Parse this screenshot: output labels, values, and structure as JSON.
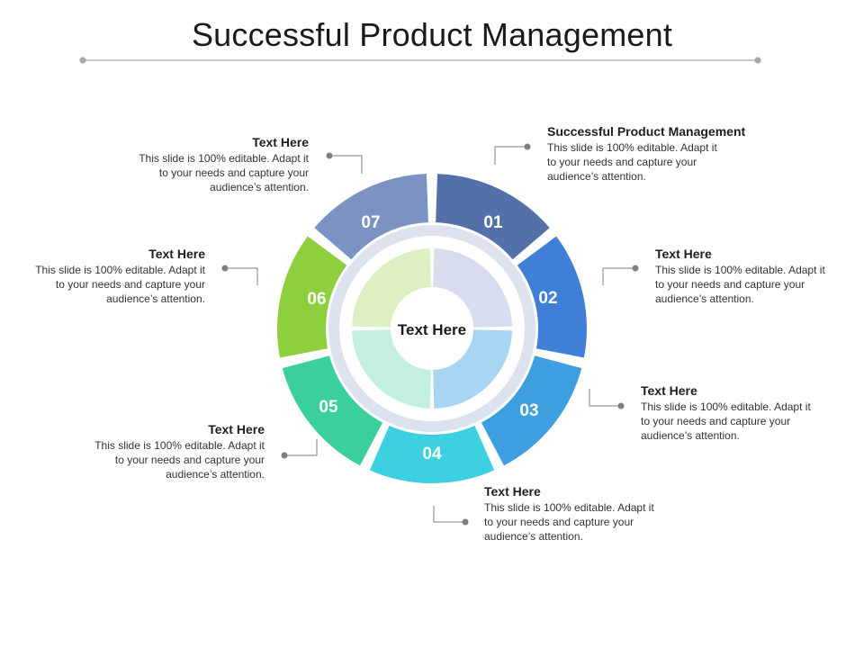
{
  "title": "Successful Product Management",
  "center_label": "Text Here",
  "colors": {
    "seg_01": "#5470a8",
    "seg_02": "#3f7fd8",
    "seg_03": "#3d9ee0",
    "seg_04": "#3cd0e0",
    "seg_05": "#3ccf9e",
    "seg_06": "#8dcf3c",
    "seg_07": "#7a93c2",
    "connector": "#7f7f7f"
  },
  "segments": [
    {
      "number": "01",
      "heading": "Successful Product Management",
      "text": "This slide is 100% editable. Adapt it to your needs and capture your audience’s attention."
    },
    {
      "number": "02",
      "heading": "Text Here",
      "text": "This slide is 100% editable. Adapt it to your needs and capture your audience’s attention."
    },
    {
      "number": "03",
      "heading": "Text Here",
      "text": "This slide is 100% editable. Adapt it to your needs and capture your audience’s attention."
    },
    {
      "number": "04",
      "heading": "Text Here",
      "text": "This slide is 100% editable. Adapt it to your needs and capture your audience’s attention."
    },
    {
      "number": "05",
      "heading": "Text Here",
      "text": "This slide is 100% editable. Adapt it to your needs and capture your audience’s attention."
    },
    {
      "number": "06",
      "heading": "Text Here",
      "text": "This slide is 100% editable. Adapt it to your needs and capture your audience’s attention."
    },
    {
      "number": "07",
      "heading": "Text Here",
      "text": "This slide is 100% editable. Adapt it to your needs and capture your audience’s attention."
    }
  ]
}
